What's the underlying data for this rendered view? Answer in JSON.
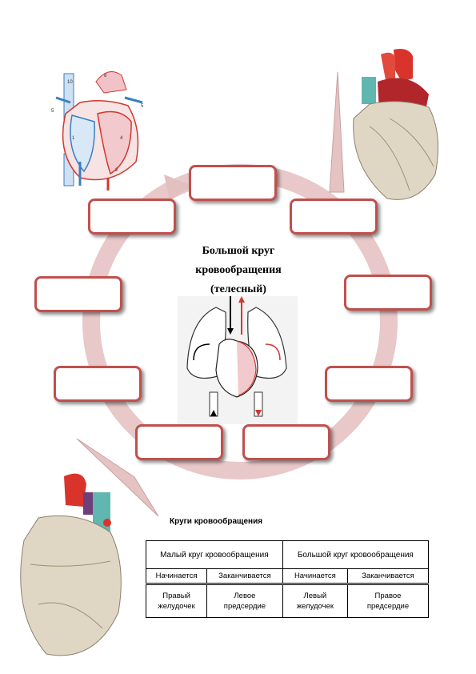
{
  "center_title": {
    "line1": "Большой круг",
    "line2": "кровообращения",
    "line3": "(телесный)"
  },
  "table": {
    "caption": "Круги кровообращения",
    "headers": [
      "Малый круг кровообращения",
      "Большой круг кровообращения"
    ],
    "subheaders": [
      "Начинается",
      "Заканчивается",
      "Начинается",
      "Заканчивается"
    ],
    "cells": [
      [
        "Правый",
        "желудочек"
      ],
      [
        "Левое",
        "предсердие"
      ],
      [
        "Левый",
        "желудочек"
      ],
      [
        "Правое",
        "предсердие"
      ]
    ]
  },
  "colors": {
    "box_border": "#c0504d",
    "cycle_ring": "#e8c8c8",
    "artery_red": "#d0382e",
    "vein_blue": "#3a7fc0",
    "heart_tissue": "#e0d6c4"
  },
  "illustrations": [
    "heart-section-diagram",
    "heart-anterior-view",
    "circulation-scheme",
    "heart-posterior-view"
  ]
}
